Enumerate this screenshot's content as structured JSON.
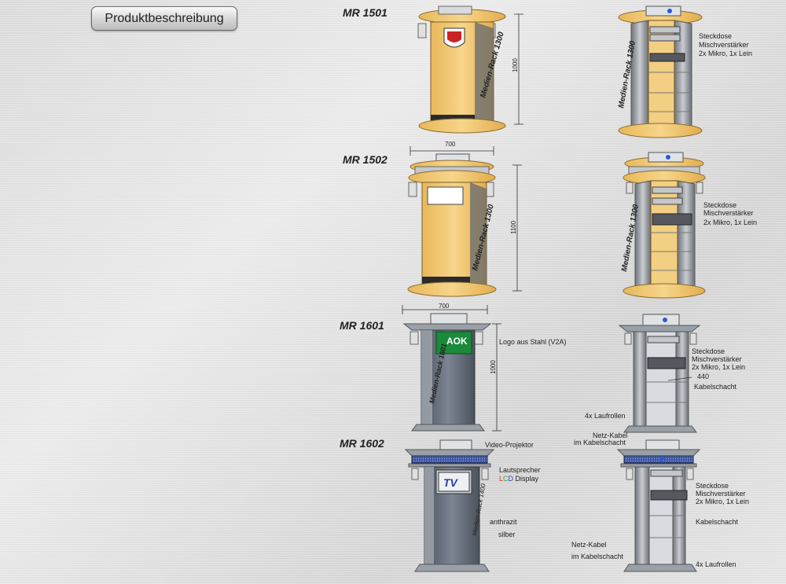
{
  "header": {
    "title_button": "Produktbeschreibung"
  },
  "models": [
    {
      "id": "mr1501",
      "label": "MR 1501",
      "rack_text": "Medien-Rack 1300",
      "height_dim": "1000"
    },
    {
      "id": "mr1502",
      "label": "MR 1502",
      "rack_text": "Medien-Rack 1300",
      "height_dim": "1100",
      "width_dim": "700"
    },
    {
      "id": "mr1601",
      "label": "MR 1601",
      "rack_text": "Medien-Rack 1601",
      "height_dim": "1000",
      "width_dim": "700",
      "logo_note": "Logo aus Stahl (V2A)",
      "logo_text": "AOK"
    },
    {
      "id": "mr1602",
      "label": "MR 1602",
      "rack_text": "Medien-Rack 1400",
      "projector_note": "Video-Projektor",
      "speaker_note": "Lautsprecher",
      "lcd_note_prefix": "L",
      "lcd_note_c": "C",
      "lcd_note_d": "D",
      "lcd_note_suffix": " Display",
      "screen_text": "TV",
      "color_note_1": "anthrazit",
      "color_note_2": "silber"
    }
  ],
  "rear_views": [
    {
      "id": "mr1501-open",
      "rack_text": "Medien-Rack 1300",
      "notes": [
        "Steckdose",
        "Mischverstärker",
        "2x Mikro, 1x Lein"
      ]
    },
    {
      "id": "mr1502-open",
      "rack_text": "Medien-Rack 1300",
      "notes": [
        "Steckdose",
        "Mischverstärker",
        "2x Mikro, 1x Lein"
      ]
    },
    {
      "id": "mr1601-open",
      "notes": [
        "Steckdose",
        "Mischverstärker",
        "2x Mikro, 1x Lein"
      ],
      "dim": "440",
      "shaft": "Kabelschacht",
      "castors": "4x Laufrollen",
      "cable_1": "Netz-Kabel",
      "cable_2": "im Kabelschacht"
    },
    {
      "id": "mr1602-open",
      "notes": [
        "Steckdose",
        "Mischverstärker",
        "2x Mikro, 1x Lein"
      ],
      "shaft": "Kabelschacht",
      "cable_1": "Netz-Kabel",
      "cable_2": "im Kabelschacht",
      "castors": "4x Laufrollen"
    }
  ],
  "colors": {
    "wood": "#f2c46a",
    "steel": "#8a8f96",
    "dark": "#2b2b2b",
    "anthracite": "#5b6470",
    "speaker_blue": "#3a58a8"
  }
}
